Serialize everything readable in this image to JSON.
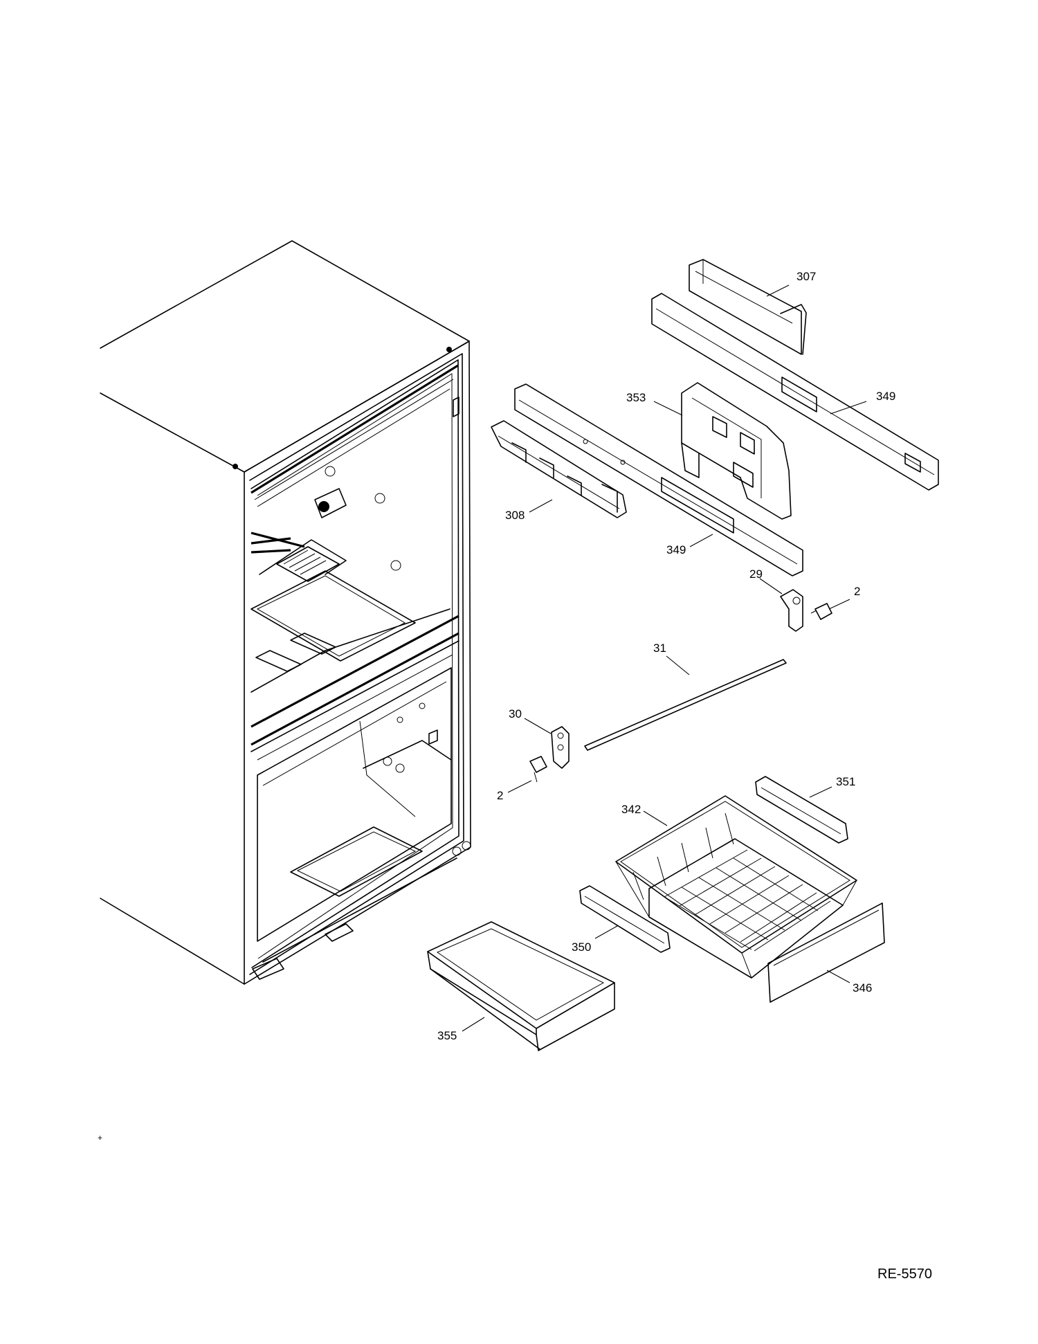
{
  "document_number": "RE-5570",
  "corner_mark": "+",
  "callouts": [
    {
      "id": "307",
      "text": "307"
    },
    {
      "id": "349a",
      "text": "349"
    },
    {
      "id": "353",
      "text": "353"
    },
    {
      "id": "308",
      "text": "308"
    },
    {
      "id": "349b",
      "text": "349"
    },
    {
      "id": "29",
      "text": "29"
    },
    {
      "id": "2a",
      "text": "2"
    },
    {
      "id": "31",
      "text": "31"
    },
    {
      "id": "30",
      "text": "30"
    },
    {
      "id": "2b",
      "text": "2"
    },
    {
      "id": "351",
      "text": "351"
    },
    {
      "id": "342",
      "text": "342"
    },
    {
      "id": "350",
      "text": "350"
    },
    {
      "id": "346",
      "text": "346"
    },
    {
      "id": "355",
      "text": "355"
    }
  ]
}
